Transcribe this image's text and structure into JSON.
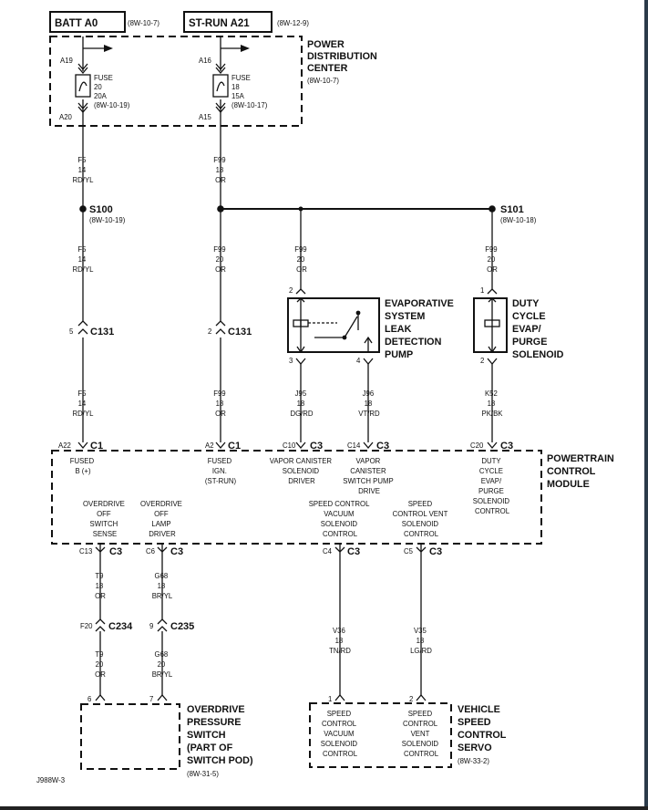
{
  "sources": {
    "batt": {
      "name": "BATT A0",
      "ref": "(8W-10-7)"
    },
    "strun": {
      "name": "ST-RUN A21",
      "ref": "(8W-12-9)"
    }
  },
  "pdc": {
    "title": [
      "POWER",
      "DISTRIBUTION",
      "CENTER"
    ],
    "ref": "(8W-10-7)",
    "fuse20": {
      "pin_in": "A19",
      "pin_out": "A20",
      "lines": [
        "FUSE",
        "20",
        "20A",
        "(8W-10-19)"
      ]
    },
    "fuse18": {
      "pin_in": "A16",
      "pin_out": "A15",
      "lines": [
        "FUSE",
        "18",
        "15A",
        "(8W-10-17)"
      ]
    }
  },
  "wires": {
    "f5_a": [
      "F5",
      "14",
      "RD/YL"
    ],
    "f5_b": [
      "F5",
      "14",
      "RD/YL"
    ],
    "f5_c": [
      "F5",
      "14",
      "RD/YL"
    ],
    "f99_a": [
      "F99",
      "18",
      "OR"
    ],
    "f99_b": [
      "F99",
      "20",
      "OR"
    ],
    "f99_c": [
      "F99",
      "18",
      "OR"
    ],
    "f99_d": [
      "F99",
      "20",
      "OR"
    ],
    "f99_e": [
      "F99",
      "20",
      "OR"
    ],
    "j95": [
      "J95",
      "18",
      "DG/RD"
    ],
    "j96": [
      "J96",
      "18",
      "VT/RD"
    ],
    "k52": [
      "K52",
      "18",
      "PK/BK"
    ],
    "t9_a": [
      "T9",
      "18",
      "OR"
    ],
    "t9_b": [
      "T9",
      "20",
      "OR"
    ],
    "g68_a": [
      "G68",
      "18",
      "BR/YL"
    ],
    "g68_b": [
      "G68",
      "20",
      "BR/YL"
    ],
    "v36": [
      "V36",
      "18",
      "TN/RD"
    ],
    "v35": [
      "V35",
      "18",
      "LG/RD"
    ]
  },
  "splices": {
    "s100": {
      "name": "S100",
      "ref": "(8W-10-19)"
    },
    "s101": {
      "name": "S101",
      "ref": "(8W-10-18)"
    }
  },
  "c131": {
    "pin5": "5",
    "pin2": "2",
    "name": "C131"
  },
  "evap": {
    "title": [
      "EVAPORATIVE",
      "SYSTEM",
      "LEAK",
      "DETECTION",
      "PUMP"
    ],
    "pin2": "2",
    "pin3": "3",
    "pin4": "4"
  },
  "duty": {
    "title": [
      "DUTY",
      "CYCLE",
      "EVAP/",
      "PURGE",
      "SOLENOID"
    ],
    "pin1": "1",
    "pin2": "2"
  },
  "pcm": {
    "title": [
      "POWERTRAIN",
      "CONTROL",
      "MODULE"
    ],
    "top_pins": [
      {
        "pin": "A22",
        "conn": "C1",
        "text": [
          "FUSED",
          "B (+)"
        ]
      },
      {
        "pin": "A2",
        "conn": "C1",
        "text": [
          "FUSED",
          "IGN.",
          "(ST-RUN)"
        ]
      },
      {
        "pin": "C10",
        "conn": "C3",
        "text": [
          "VAPOR CANISTER",
          "SOLENOID",
          "DRIVER"
        ]
      },
      {
        "pin": "C14",
        "conn": "C3",
        "text": [
          "VAPOR",
          "CANISTER",
          "SWITCH PUMP",
          "DRIVE"
        ]
      },
      {
        "pin": "C20",
        "conn": "C3",
        "text": [
          "DUTY",
          "CYCLE",
          "EVAP/",
          "PURGE",
          "SOLENOID",
          "CONTROL"
        ]
      }
    ],
    "bottom_pins": [
      {
        "pin": "C13",
        "conn": "C3",
        "text": [
          "OVERDRIVE",
          "OFF",
          "SWITCH",
          "SENSE"
        ]
      },
      {
        "pin": "C6",
        "conn": "C3",
        "text": [
          "OVERDRIVE",
          "OFF",
          "LAMP",
          "DRIVER"
        ]
      },
      {
        "pin": "C4",
        "conn": "C3",
        "text": [
          "SPEED CONTROL",
          "VACUUM",
          "SOLENOID",
          "CONTROL"
        ]
      },
      {
        "pin": "C5",
        "conn": "C3",
        "text": [
          "SPEED",
          "CONTROL VENT",
          "SOLENOID",
          "CONTROL"
        ]
      }
    ]
  },
  "c234": {
    "pin": "F20",
    "name": "C234"
  },
  "c235": {
    "pin": "9",
    "name": "C235"
  },
  "ods": {
    "title": [
      "OVERDRIVE",
      "PRESSURE",
      "SWITCH",
      "(PART OF",
      "SWITCH POD)"
    ],
    "ref": "(8W-31-5)",
    "pin6": "6",
    "pin7": "7"
  },
  "servo": {
    "title": [
      "VEHICLE",
      "SPEED",
      "CONTROL",
      "SERVO"
    ],
    "ref": "(8W-33-2)",
    "pin1": "1",
    "pin2": "2",
    "left_text": [
      "SPEED",
      "CONTROL",
      "VACUUM",
      "SOLENOID",
      "CONTROL"
    ],
    "right_text": [
      "SPEED",
      "CONTROL",
      "VENT",
      "SOLENOID",
      "CONTROL"
    ]
  },
  "figure_id": "J988W-3"
}
